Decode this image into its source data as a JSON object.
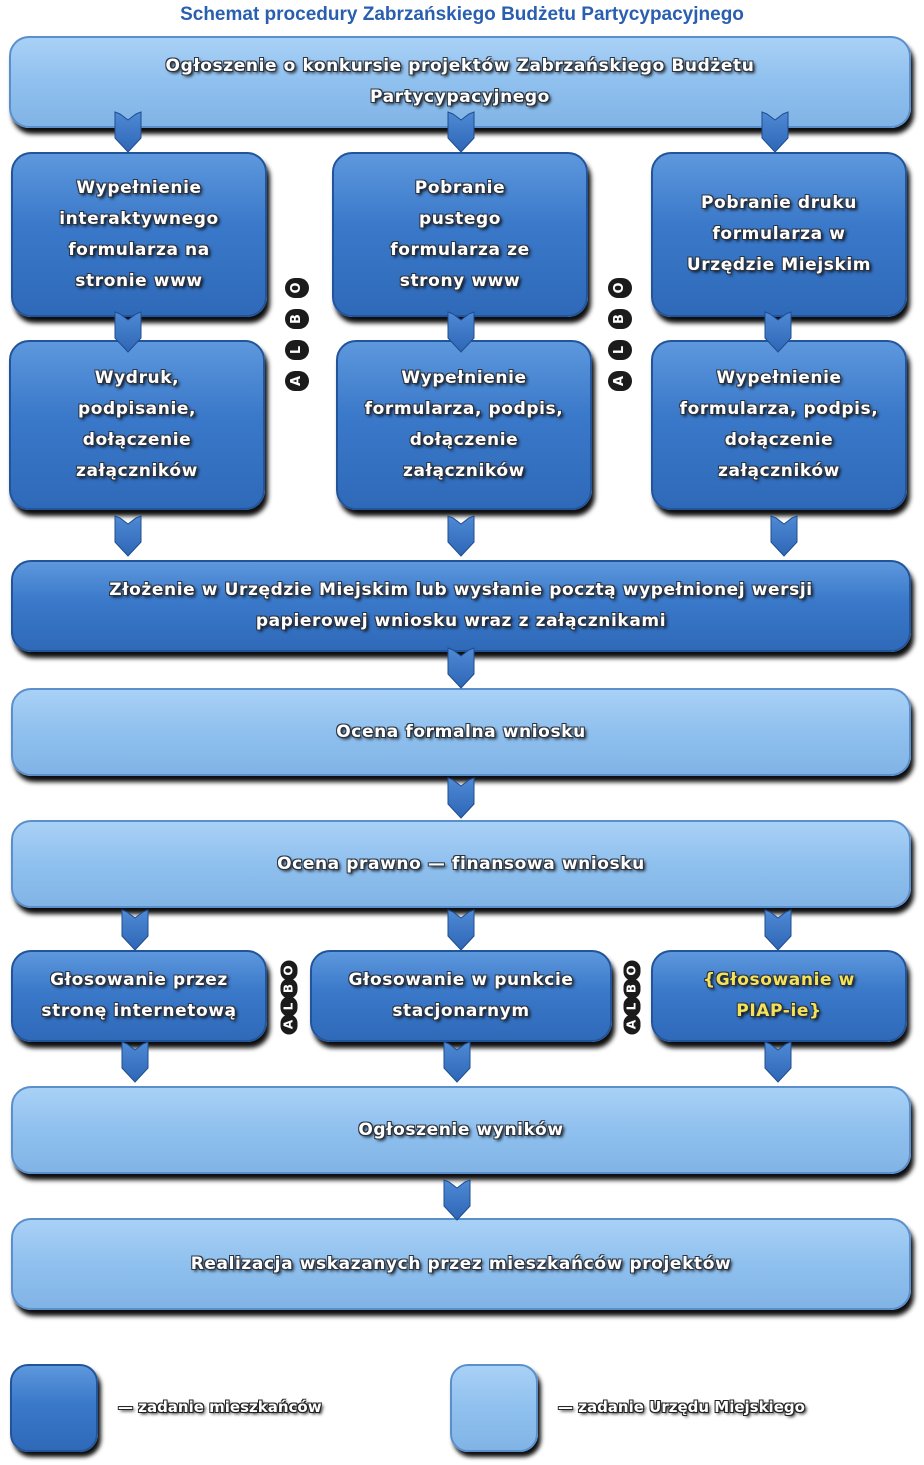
{
  "title": "Schemat procedury Zabrzańskiego Budżetu Partycypacyjnego",
  "colors": {
    "resident_task": "#3a78c9",
    "office_task": "#8fc0ee",
    "highlight_text": "#f4e35a"
  },
  "boxes": {
    "announcement": "Ogłoszenie o konkursie projektów Zabrzańskiego Budżetu Partycypacyjnego",
    "fill_online_form": "Wypełnienie interaktywnego formularza na stronie www",
    "download_blank_form": "Pobranie pustego formularza ze strony www",
    "collect_form_office": "Pobranie druku formularza w Urzędzie Miejskim",
    "print_sign_attach": "Wydruk, podpisanie, dołączenie załączników",
    "fill_sign_attach_1": "Wypełnienie formularza, podpis, dołączenie załączników",
    "fill_sign_attach_2": "Wypełnienie formularza, podpis, dołączenie załączników",
    "submit": "Złożenie w Urzędzie Miejskim lub wysłanie pocztą wypełnionej wersji papierowej wniosku wraz z załącznikami",
    "formal_review": "Ocena formalna wniosku",
    "legal_financial_review": "Ocena prawno — finansowa wniosku",
    "vote_online": "Głosowanie przez stronę internetową",
    "vote_station": "Głosowanie w punkcie stacjonarnym",
    "vote_piap": "{Głosowanie w PIAP-ie}",
    "results": "Ogłoszenie wyników",
    "implementation": "Realizacja wskazanych przez mieszkańców projektów"
  },
  "albo_letters": [
    "A",
    "L",
    "B",
    "O"
  ],
  "legend": {
    "resident": "— zadanie mieszkańców",
    "office": "— zadanie Urzędu Miejskiego"
  }
}
